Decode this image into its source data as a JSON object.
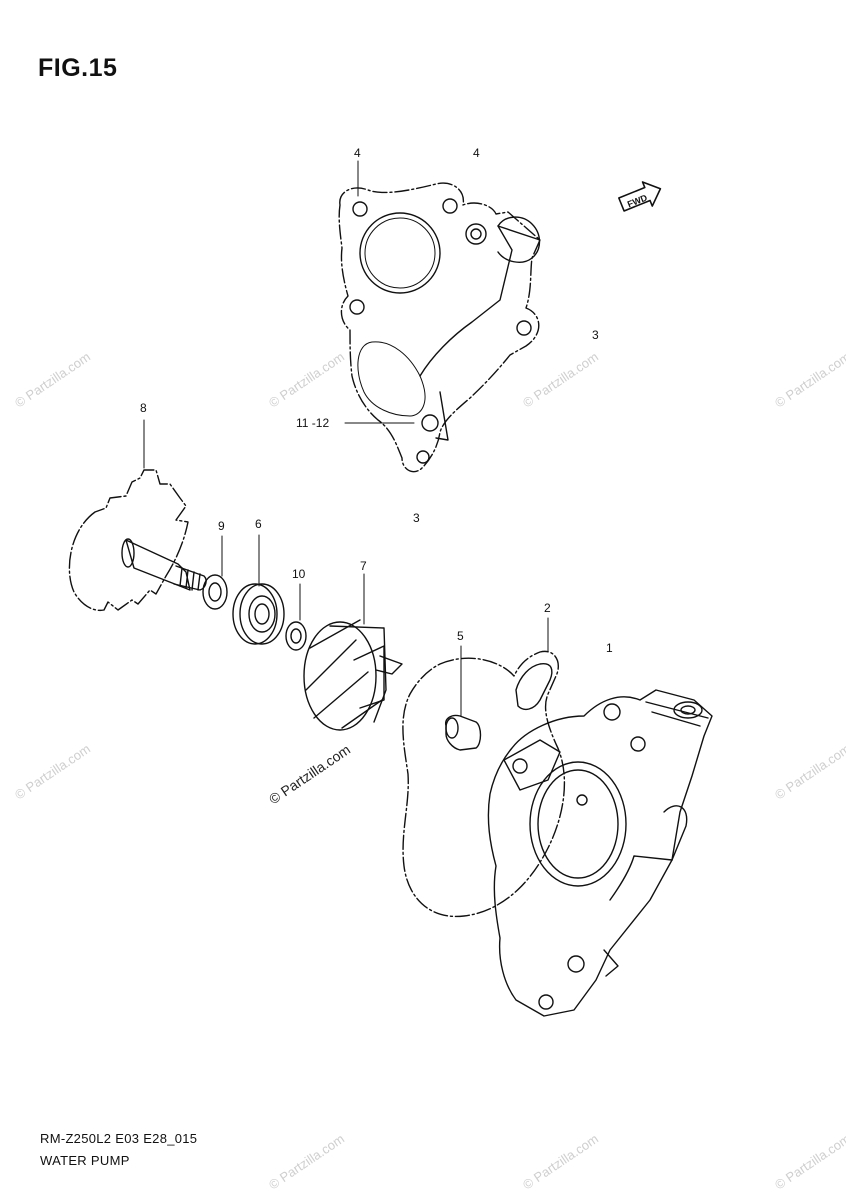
{
  "figure": {
    "title": "FIG.15"
  },
  "callouts": {
    "p4a": "4",
    "p4b": "4",
    "p3a": "3",
    "p3b": "3",
    "p1112": "11 -12",
    "p8": "8",
    "p9": "9",
    "p6": "6",
    "p10": "10",
    "p7": "7",
    "p5": "5",
    "p2": "2",
    "p1": "1"
  },
  "fwd_arrow": "FWD",
  "footer": {
    "code": "RM-Z250L2 E03 E28_015",
    "name": "WATER PUMP"
  },
  "watermark": {
    "text": "© Partzilla.com"
  },
  "colors": {
    "line": "#111111",
    "watermark": "#cfcfcf",
    "background": "#ffffff"
  }
}
